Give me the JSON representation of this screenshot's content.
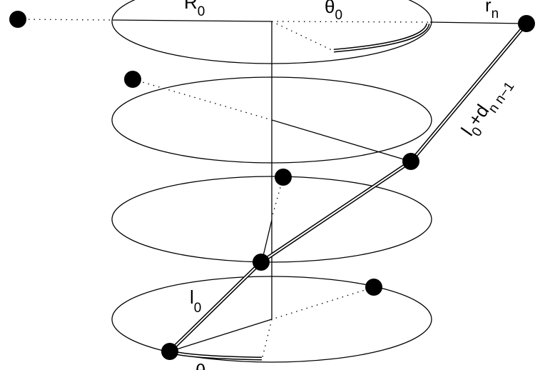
{
  "labels": {
    "R0": {
      "main": "R",
      "sub": "0"
    },
    "theta0": {
      "main": "θ",
      "sub": "0"
    },
    "rn": {
      "main": "r",
      "sub": "n"
    },
    "chain": {
      "main": "l",
      "sub": "0",
      "plus": "+d",
      "sub2": "n n−1"
    },
    "l0": {
      "main": "l",
      "sub": "0"
    },
    "theta": {
      "main": "θ"
    }
  }
}
